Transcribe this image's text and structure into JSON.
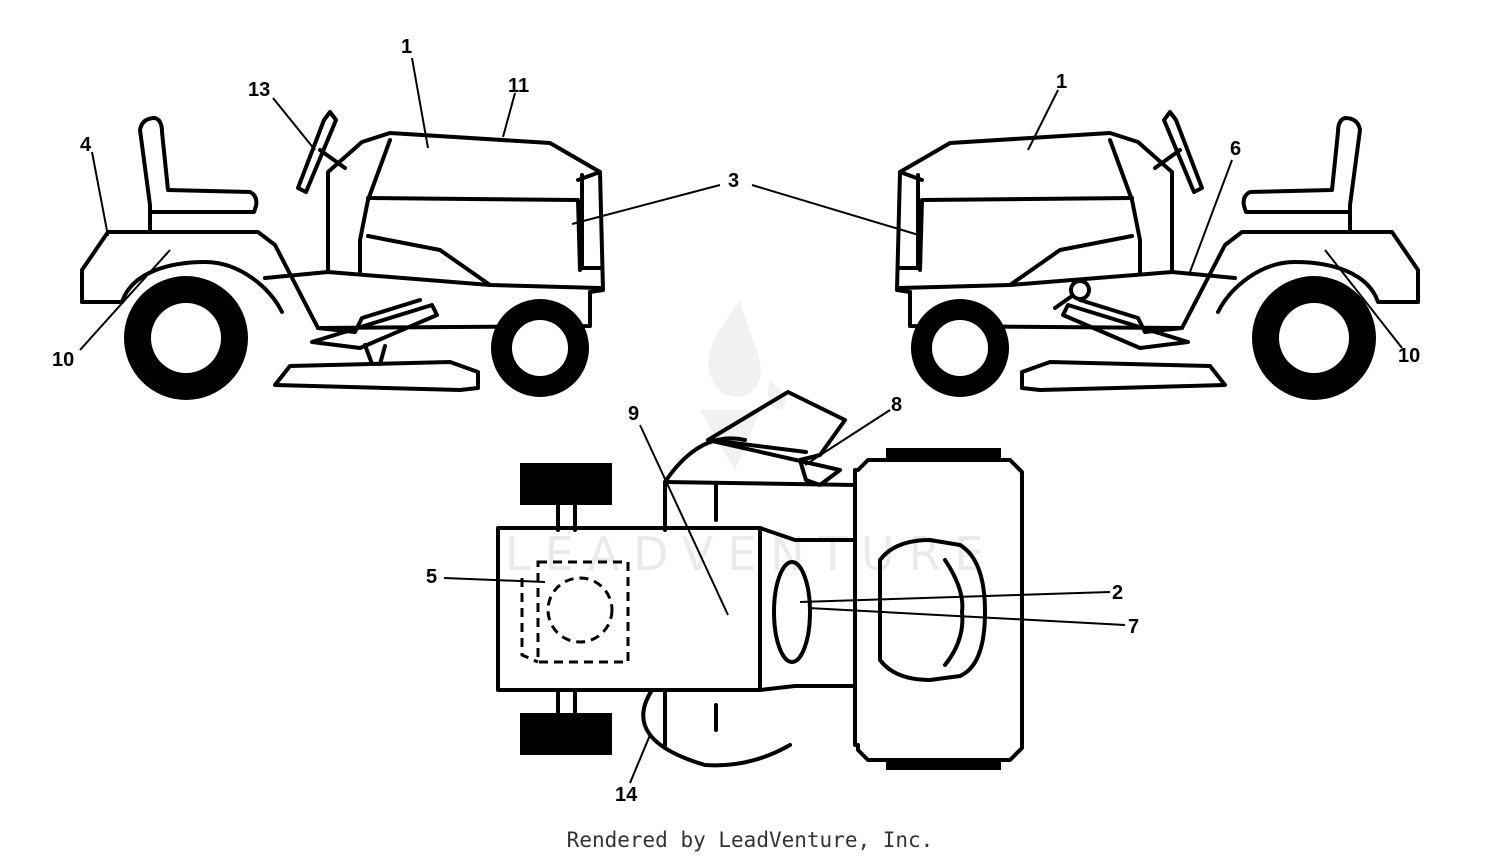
{
  "watermark": {
    "text": "LEADVENTURE"
  },
  "callouts": {
    "left_1": "1",
    "left_11": "11",
    "left_13": "13",
    "left_4": "4",
    "left_10": "10",
    "center_3": "3",
    "right_1": "1",
    "right_6": "6",
    "right_10": "10",
    "top_9": "9",
    "top_8": "8",
    "top_5": "5",
    "top_2": "2",
    "top_7": "7",
    "top_14": "14"
  },
  "footer": {
    "text": "Rendered by LeadVenture, Inc."
  }
}
